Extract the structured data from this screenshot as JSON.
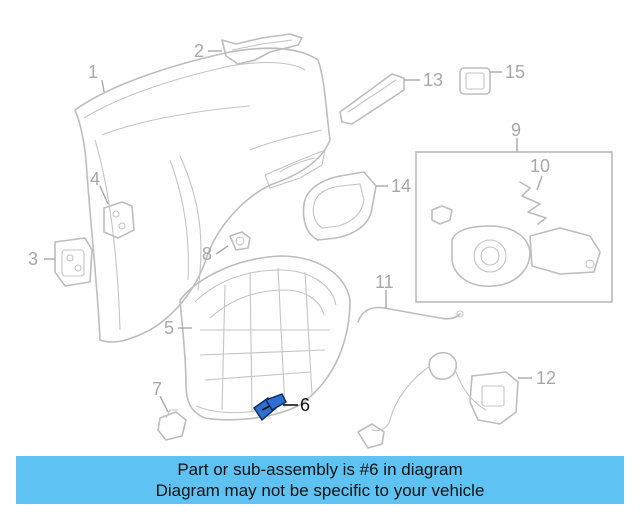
{
  "callouts": {
    "c1": "1",
    "c2": "2",
    "c3": "3",
    "c4": "4",
    "c5": "5",
    "c6": "6",
    "c7": "7",
    "c8": "8",
    "c9": "9",
    "c10": "10",
    "c11": "11",
    "c12": "12",
    "c13": "13",
    "c14": "14",
    "c15": "15"
  },
  "highlight": {
    "part_number": "6",
    "color": "#2f6fd0"
  },
  "banner": {
    "line1": "Part or sub-assembly is #6 in diagram",
    "line2": "Diagram may not be specific to your vehicle",
    "background": "#5ec3f2"
  }
}
